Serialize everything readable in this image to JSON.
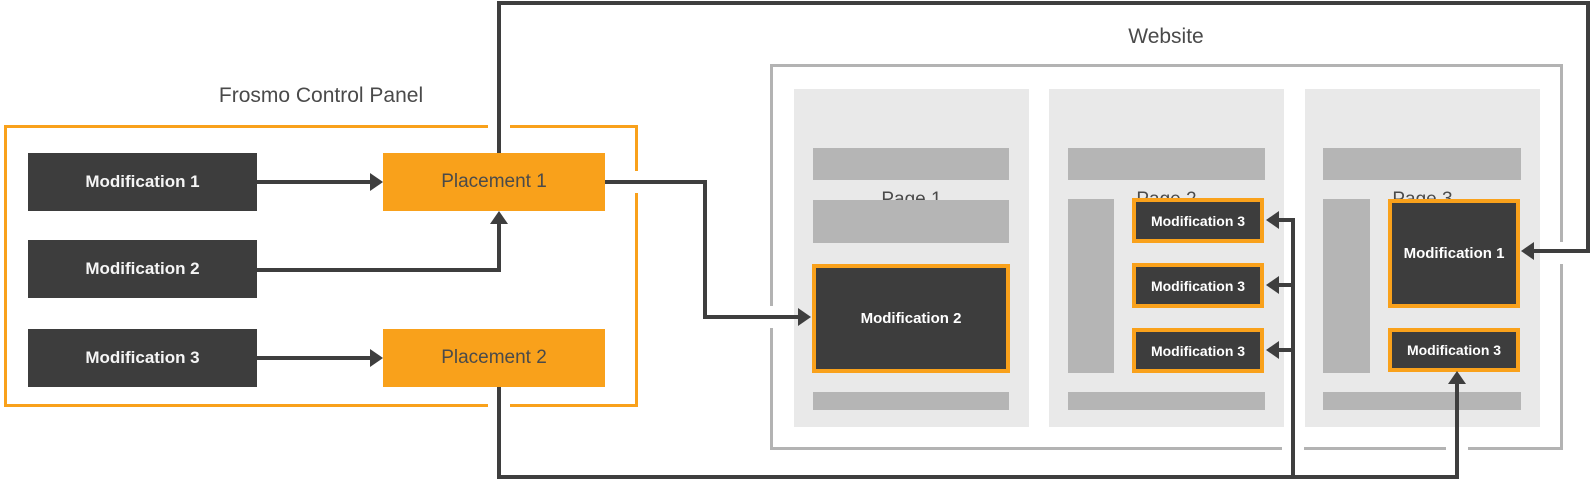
{
  "colors": {
    "accent_orange": "#F9A11B",
    "connector_dark": "#3E3E3E",
    "box_dark": "#3D3D3D",
    "website_border_gray": "#B3B3B3",
    "page_background": "#E9E9E9",
    "placeholder_bar_gray": "#B5B5B5",
    "text_dark": "#4A4A4A",
    "text_light": "#F5F5F5"
  },
  "control_panel": {
    "title": "Frosmo Control Panel",
    "modifications": [
      {
        "label": "Modification 1"
      },
      {
        "label": "Modification 2"
      },
      {
        "label": "Modification 3"
      }
    ],
    "placements": [
      {
        "label": "Placement 1"
      },
      {
        "label": "Placement 2"
      }
    ]
  },
  "website": {
    "title": "Website",
    "pages": [
      {
        "title": "Page 1",
        "modifications": [
          {
            "label": "Modification 2"
          }
        ]
      },
      {
        "title": "Page 2",
        "modifications": [
          {
            "label": "Modification 3"
          },
          {
            "label": "Modification 3"
          },
          {
            "label": "Modification 3"
          }
        ]
      },
      {
        "title": "Page 3",
        "modifications": [
          {
            "label": "Modification 1"
          },
          {
            "label": "Modification 3"
          }
        ]
      }
    ]
  }
}
